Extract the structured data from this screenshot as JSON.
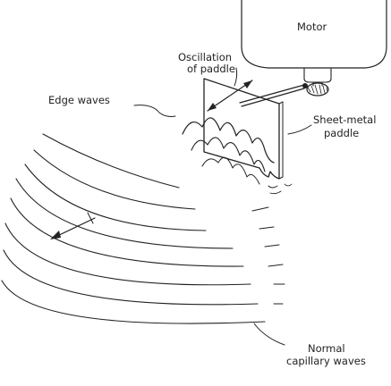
{
  "diagram": {
    "labels": {
      "motor": "Motor",
      "oscillation_line1": "Oscillation",
      "oscillation_line2": "of paddle",
      "edge_waves": "Edge waves",
      "paddle_line1": "Sheet-metal",
      "paddle_line2": "paddle",
      "capillary_line1": "Normal",
      "capillary_line2": "capillary waves"
    },
    "colors": {
      "ink": "#222222",
      "background": "#ffffff"
    }
  }
}
